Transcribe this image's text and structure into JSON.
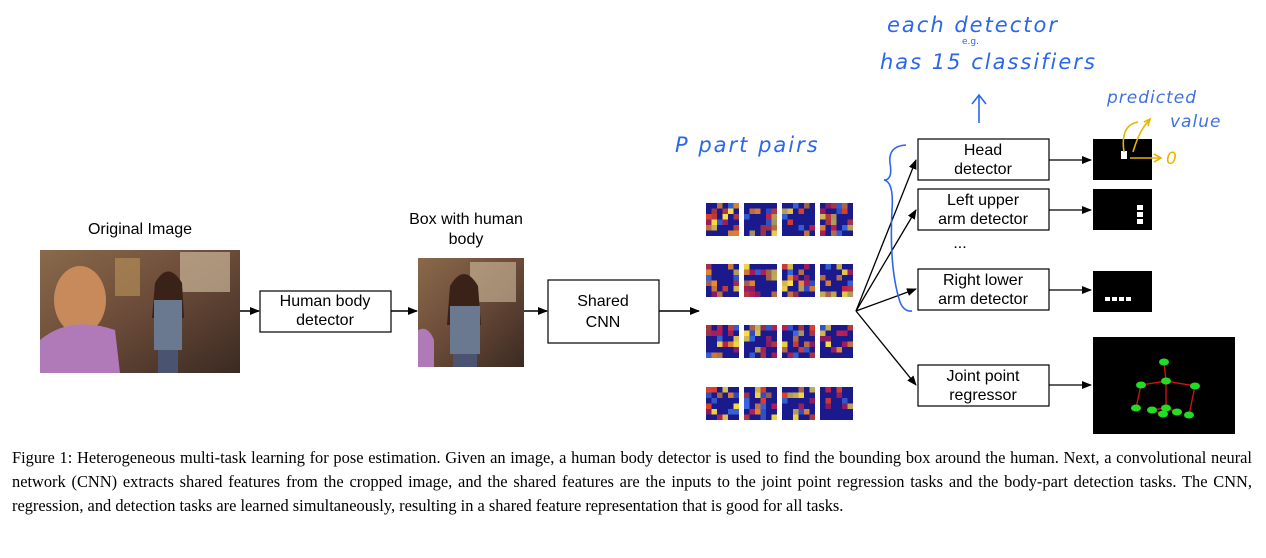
{
  "figure": {
    "original_image_label": "Original Image",
    "human_body_detector": [
      "Human body",
      "detector"
    ],
    "box_label": [
      "Box with human",
      "body"
    ],
    "shared_cnn": [
      "Shared",
      "CNN"
    ],
    "head_detector": [
      "Head",
      "detector"
    ],
    "left_upper_arm_detector": [
      "Left upper",
      "arm detector"
    ],
    "ellipsis": "...",
    "right_lower_arm_detector": [
      "Right lower",
      "arm detector"
    ],
    "joint_point_regressor": [
      "Joint point",
      "regressor"
    ]
  },
  "annotations": {
    "each_detector": "each detector",
    "eg": "e.g.",
    "has_15": "has 15 classifiers",
    "p_part_pairs": "P part pairs",
    "predicted": "predicted",
    "value": "value",
    "zero": "0"
  },
  "colors": {
    "annotation_blue": "#2b67ea",
    "annotation_yellow": "#e8b400",
    "feature_map_base": "#1a1a8c",
    "skeleton_joint": "#22dd22",
    "skeleton_line": "#cc1111"
  },
  "caption": "Figure 1: Heterogeneous multi-task learning for pose estimation. Given an image, a human body detector is used to find the bounding box around the human. Next, a convolutional neural network (CNN) extracts shared features from the cropped image, and the shared features are the inputs to the joint point regression tasks and the body-part detection tasks. The CNN, regression, and detection tasks are learned simultaneously, resulting in a shared feature representation that is good for all tasks."
}
